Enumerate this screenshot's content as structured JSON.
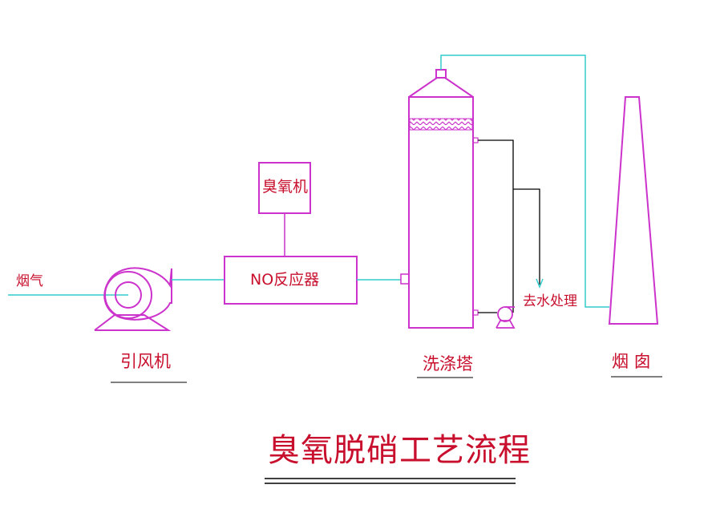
{
  "title": "臭氧脱硝工艺流程",
  "labels": {
    "flue_gas": "烟气",
    "induced_fan": "引风机",
    "ozone_generator": "臭氧机",
    "no_reactor": "NO反应器",
    "scrubber": "洗涤塔",
    "water_treatment": "去水处理",
    "chimney": "烟 囱"
  },
  "colors": {
    "equipment": "#cc33cc",
    "gas_line": "#33cccc",
    "water_line": "#000000",
    "text": "#c8102e"
  }
}
